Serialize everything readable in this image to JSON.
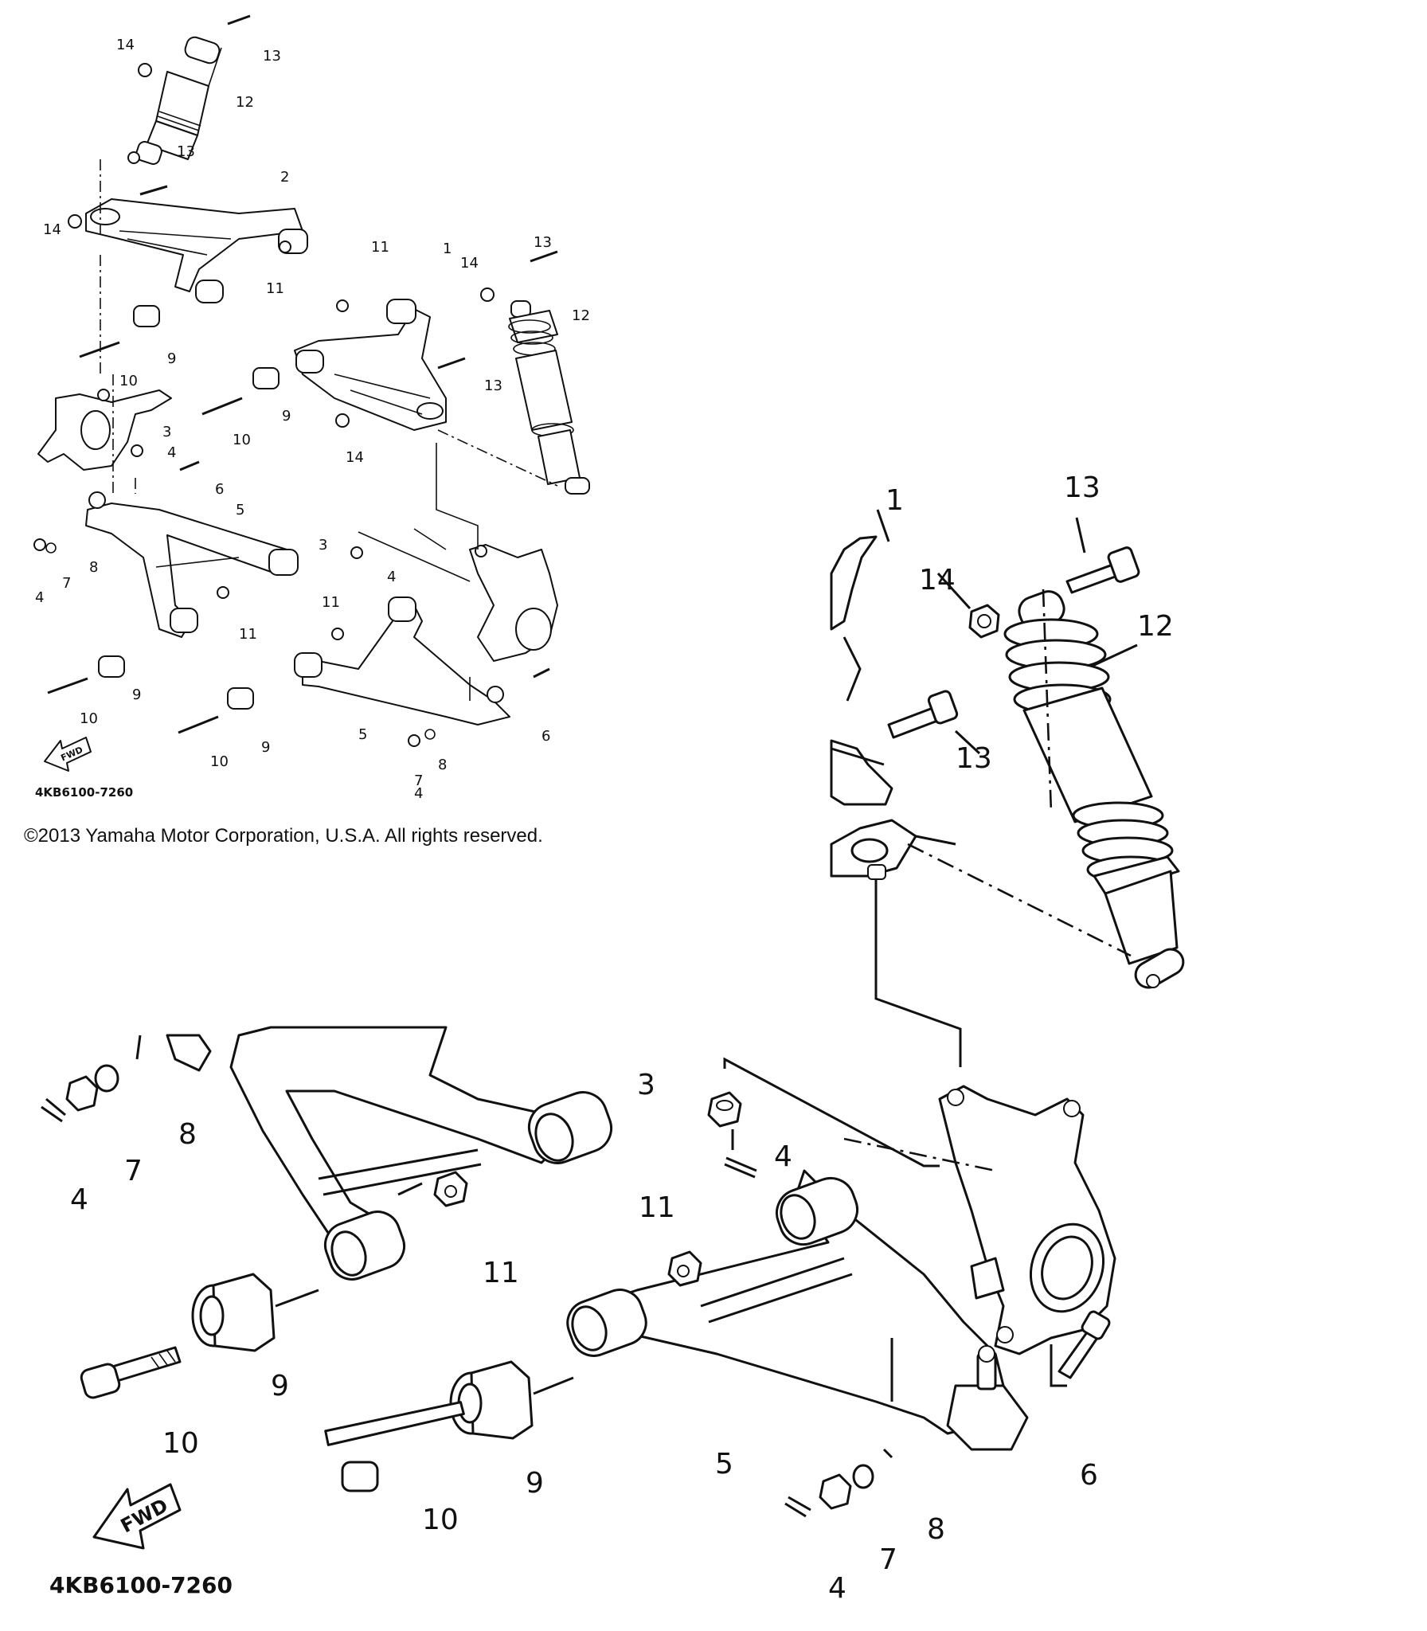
{
  "overview": {
    "callouts": [
      "1",
      "2",
      "3",
      "4",
      "5",
      "6",
      "7",
      "8",
      "9",
      "10",
      "11",
      "12",
      "13",
      "14"
    ],
    "diagram_code": "4KB6100-7260",
    "fwd_label": "FWD"
  },
  "copyright": "©2013 Yamaha Motor Corporation, U.S.A. All rights reserved.",
  "detail_upper": {
    "callouts": [
      "1",
      "13",
      "14",
      "12",
      "13"
    ]
  },
  "detail_lower": {
    "callouts": [
      "3",
      "4",
      "11",
      "8",
      "7",
      "4",
      "11",
      "9",
      "10",
      "9",
      "10",
      "5",
      "6",
      "8",
      "7",
      "4"
    ],
    "diagram_code": "4KB6100-7260",
    "fwd_label": "FWD"
  }
}
